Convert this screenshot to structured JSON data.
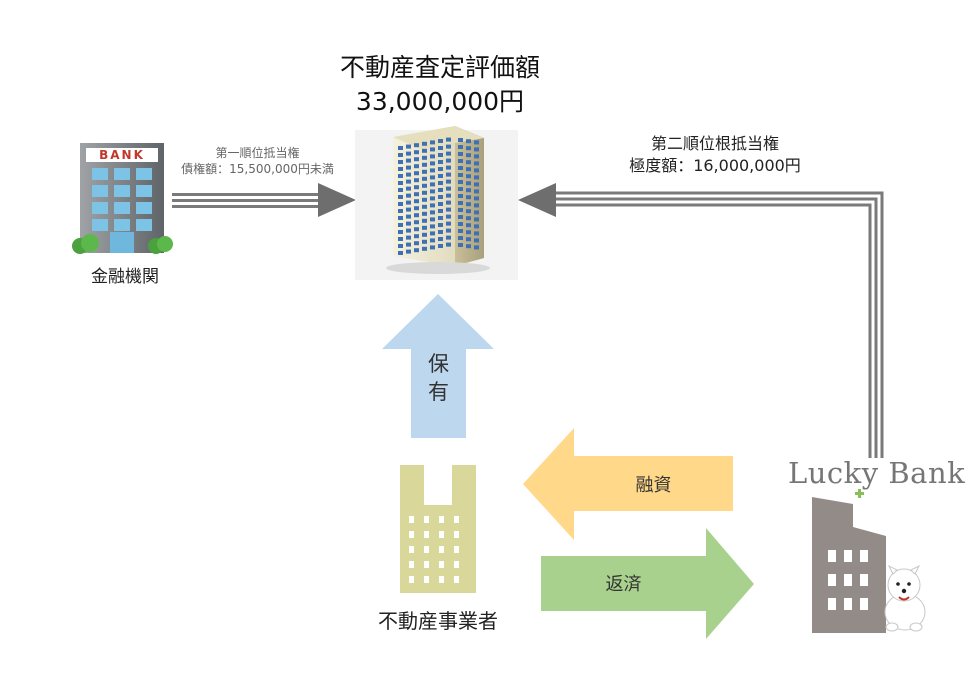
{
  "appraisal": {
    "title": "不動産査定評価額",
    "amount": "33,000,000円"
  },
  "bank": {
    "sign": "BANK",
    "label": "金融機関",
    "lien_rank": "第一順位抵当権",
    "lien_amount": "債権額：15,500,000円未満"
  },
  "lucky_bank": {
    "logo": "Lucky Bank",
    "lien_rank": "第二順位根抵当権",
    "lien_amount": "極度額：16,000,000円"
  },
  "operator": {
    "label": "不動産事業者"
  },
  "flows": {
    "hold_line1": "保",
    "hold_line2": "有",
    "financing": "融資",
    "repayment": "返済"
  },
  "colors": {
    "hold_arrow": "#bdd7ee",
    "financing_arrow": "#ffd88a",
    "repayment_arrow": "#a9d18e",
    "lien_arrows": "#7a7a7a",
    "operator_building": "#d9d89a",
    "lucky_building": "#938b88"
  }
}
